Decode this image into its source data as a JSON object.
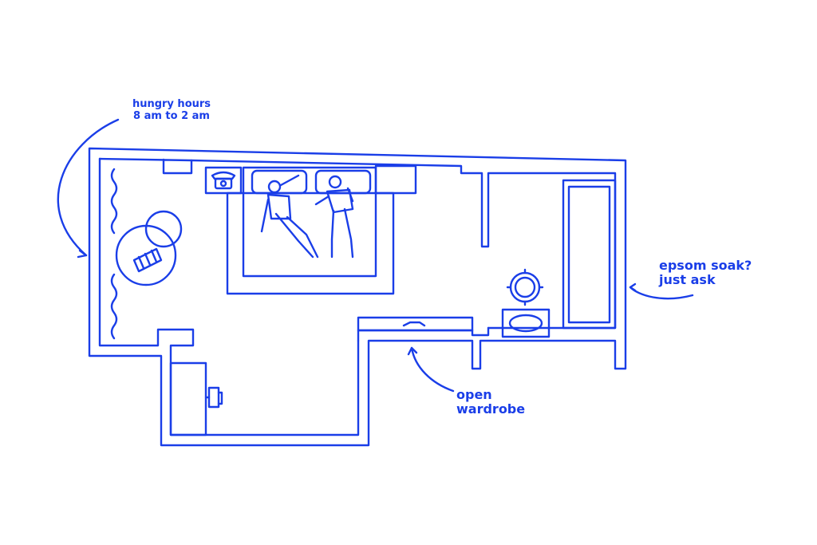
{
  "colors": {
    "ink": "#1a3ee8",
    "paper": "#ffffff"
  },
  "annotations": {
    "hungry_hours": {
      "line1": "hungry hours",
      "line2": "8 am to 2 am"
    },
    "epsom": {
      "line1": "epsom soak?",
      "line2": "just ask"
    },
    "wardrobe": {
      "line1": "open",
      "line2": "wardrobe"
    }
  },
  "icons": [
    "telephone-icon",
    "sleeping-couple-icon",
    "armchair-icon",
    "mirror-icon",
    "sink-icon",
    "chair-icon"
  ]
}
